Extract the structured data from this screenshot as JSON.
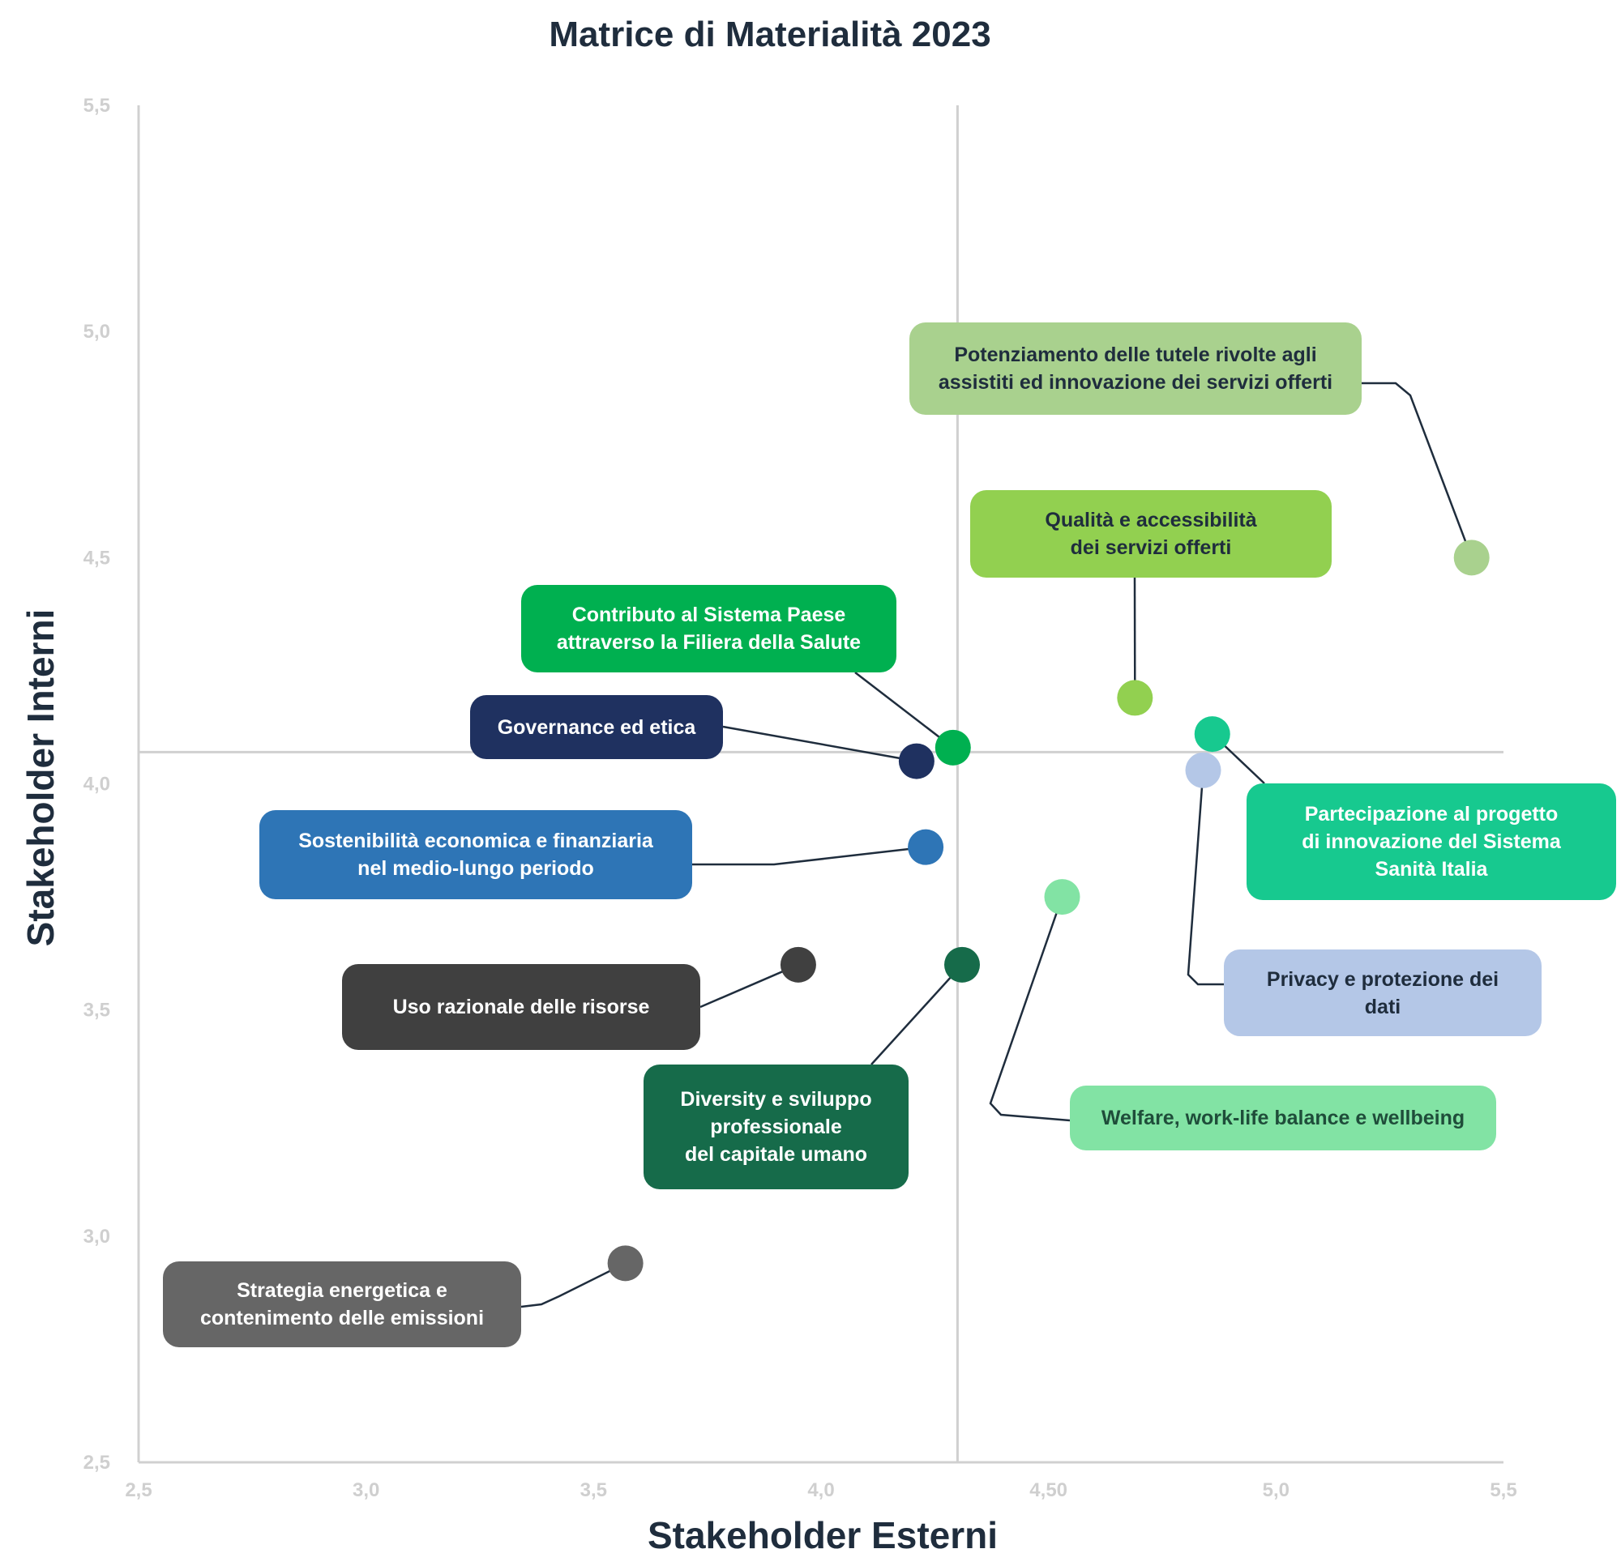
{
  "chart_data": {
    "type": "scatter",
    "title": "Matrice di Materialità 2023",
    "xlabel": "Stakeholder Esterni",
    "ylabel": "Stakeholder Interni",
    "xlim": [
      2.5,
      5.5
    ],
    "ylim": [
      2.5,
      5.5
    ],
    "x_ticks": [
      "2,5",
      "3,0",
      "3,5",
      "4,0",
      "4,50",
      "5,0",
      "5,5"
    ],
    "y_ticks": [
      "5,5",
      "5,0",
      "4,5",
      "4,0",
      "3,5",
      "3,0",
      "2,5"
    ],
    "threshold_x": 4.3,
    "threshold_y": 4.07,
    "grid": false,
    "points": [
      {
        "label": "Potenziamento delle tutele rivolte agli\nassistiti ed innovazione dei servizi offerti",
        "x": 5.43,
        "y": 4.5,
        "color": "#a9d18e",
        "text_color": "#1f2d3d"
      },
      {
        "label": "Qualità e accessibilità\ndei servizi offerti",
        "x": 4.69,
        "y": 4.19,
        "color": "#92d050",
        "text_color": "#1f2d3d"
      },
      {
        "label": "Contributo al Sistema Paese\nattraverso la Filiera della Salute",
        "x": 4.29,
        "y": 4.08,
        "color": "#00b050",
        "text_color": "#ffffff"
      },
      {
        "label": "Governance ed etica",
        "x": 4.21,
        "y": 4.05,
        "color": "#1f3160",
        "text_color": "#ffffff"
      },
      {
        "label": "Partecipazione al progetto\ndi innovazione del Sistema\nSanità Italia",
        "x": 4.86,
        "y": 4.11,
        "color": "#17c98f",
        "text_color": "#ffffff"
      },
      {
        "label": "Privacy e protezione dei\ndati",
        "x": 4.84,
        "y": 4.03,
        "color": "#b4c7e7",
        "text_color": "#1f2d3d"
      },
      {
        "label": "Sostenibilità economica e finanziaria\nnel medio-lungo periodo",
        "x": 4.23,
        "y": 3.86,
        "color": "#2e75b6",
        "text_color": "#ffffff"
      },
      {
        "label": "Welfare, work-life balance e wellbeing",
        "x": 4.53,
        "y": 3.75,
        "color": "#82e3a4",
        "text_color": "#1f4d3a"
      },
      {
        "label": "Uso razionale delle risorse",
        "x": 3.95,
        "y": 3.6,
        "color": "#404040",
        "text_color": "#ffffff"
      },
      {
        "label": "Diversity e sviluppo\nprofessionale\ndel capitale umano",
        "x": 4.31,
        "y": 3.6,
        "color": "#166b4a",
        "text_color": "#ffffff"
      },
      {
        "label": "Strategia energetica e\ncontenimento delle emissioni",
        "x": 3.57,
        "y": 2.94,
        "color": "#666666",
        "text_color": "#ffffff"
      }
    ]
  }
}
